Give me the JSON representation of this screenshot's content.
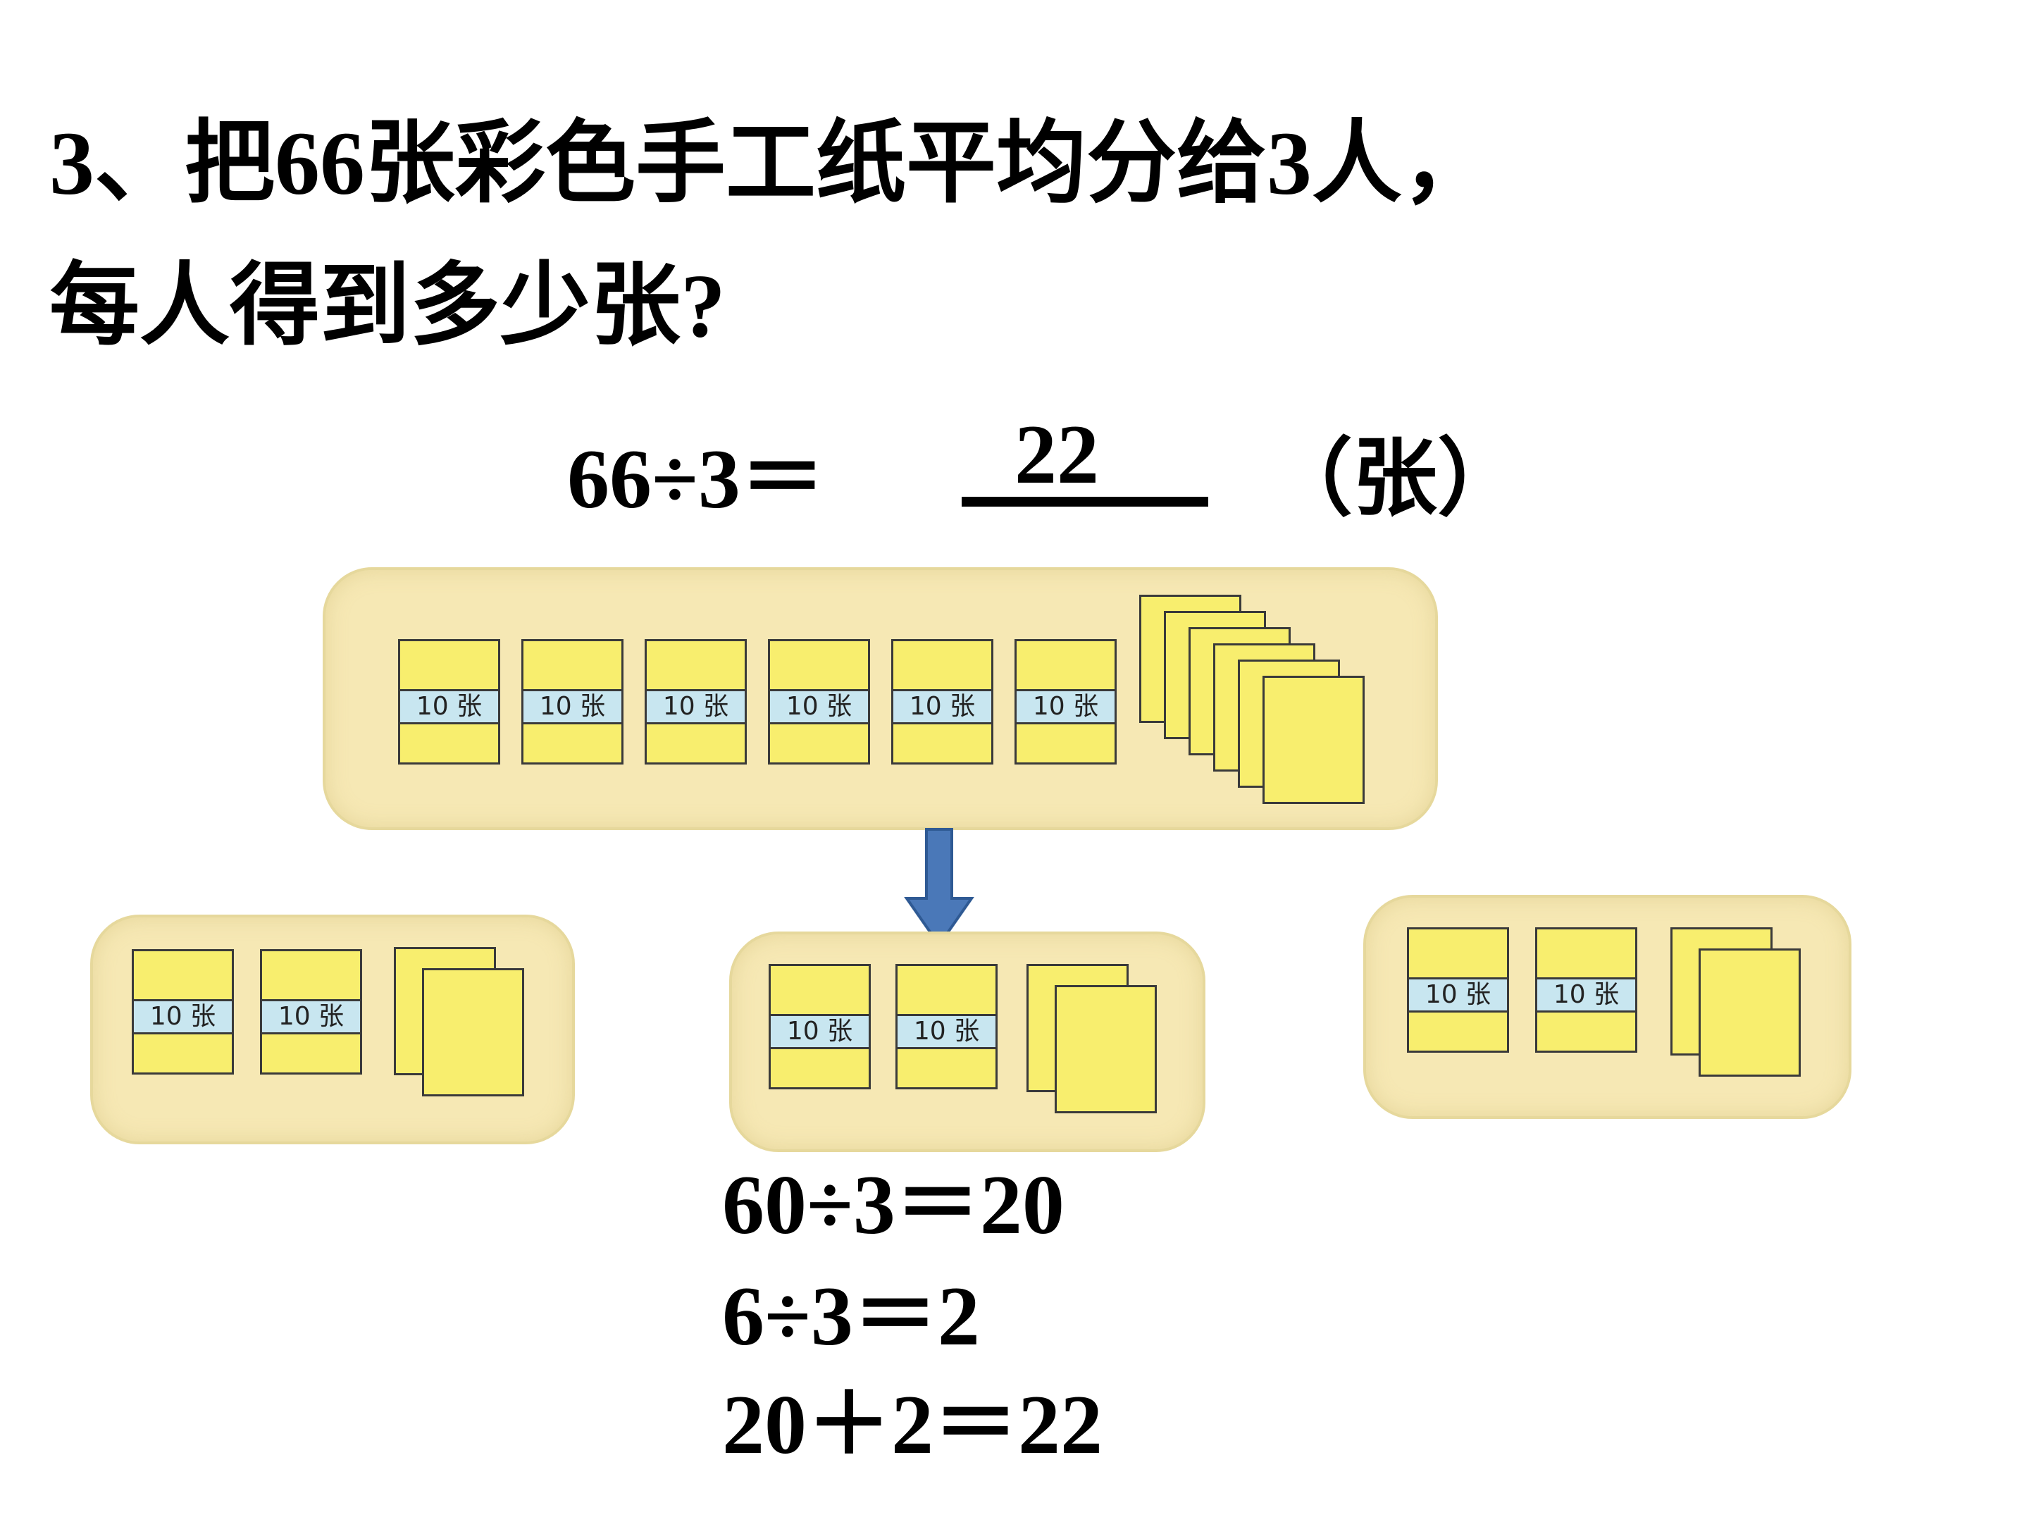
{
  "question": {
    "line1": "3、把66张彩色手工纸平均分给3人，",
    "line2": "每人得到多少张?"
  },
  "equation": {
    "left": "66÷3＝",
    "answer": "22",
    "unit": "（张）"
  },
  "bundle_label": "10 张",
  "steps": [
    "60÷3＝20",
    "6÷3＝2",
    "20＋2＝22"
  ],
  "colors": {
    "tray": "#f6e8b4",
    "paper": "#f8ee6e",
    "band": "#c8e6f0",
    "arrow": "#4a78b8"
  },
  "icons": [
    "down-arrow-icon"
  ]
}
